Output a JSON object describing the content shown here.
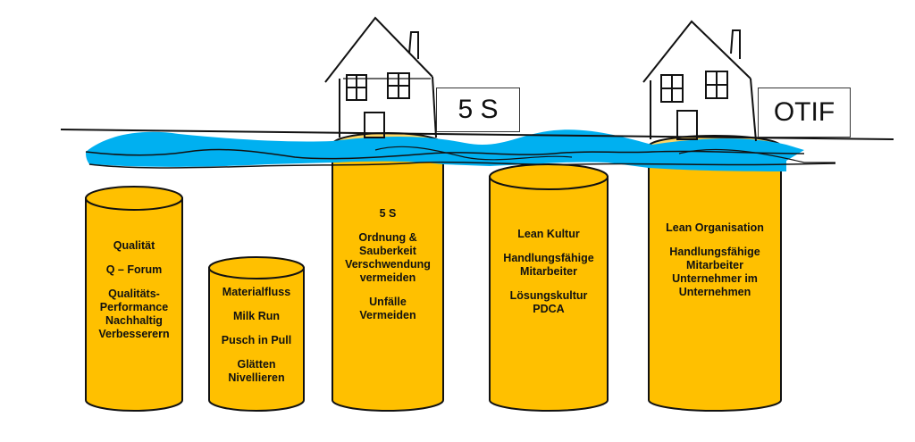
{
  "colors": {
    "pillar_fill": "#FFC000",
    "pillar_top": "#FFD766",
    "water": "#00B0F0",
    "outline": "#111111"
  },
  "houses": [
    {
      "label": "5 S"
    },
    {
      "label": "OTIF"
    }
  ],
  "pillars": [
    {
      "lines": [
        "Qualität",
        "Q – Forum",
        "Qualitäts-\nPerformance\nNachhaltig\nVerbesserern"
      ]
    },
    {
      "lines": [
        "Materialfluss",
        "Milk Run",
        "Pusch in Pull",
        "Glätten\nNivellieren"
      ]
    },
    {
      "lines": [
        "5 S",
        "Ordnung &\nSauberkeit\nVerschwendung\nvermeiden",
        "Unfälle\nVermeiden"
      ]
    },
    {
      "lines": [
        "Lean Kultur",
        "Handlungsfähige\nMitarbeiter",
        "Lösungskultur\nPDCA"
      ]
    },
    {
      "lines": [
        "Lean Organisation",
        "Handlungsfähige\nMitarbeiter\nUnternehmer im\nUnternehmen"
      ]
    }
  ]
}
